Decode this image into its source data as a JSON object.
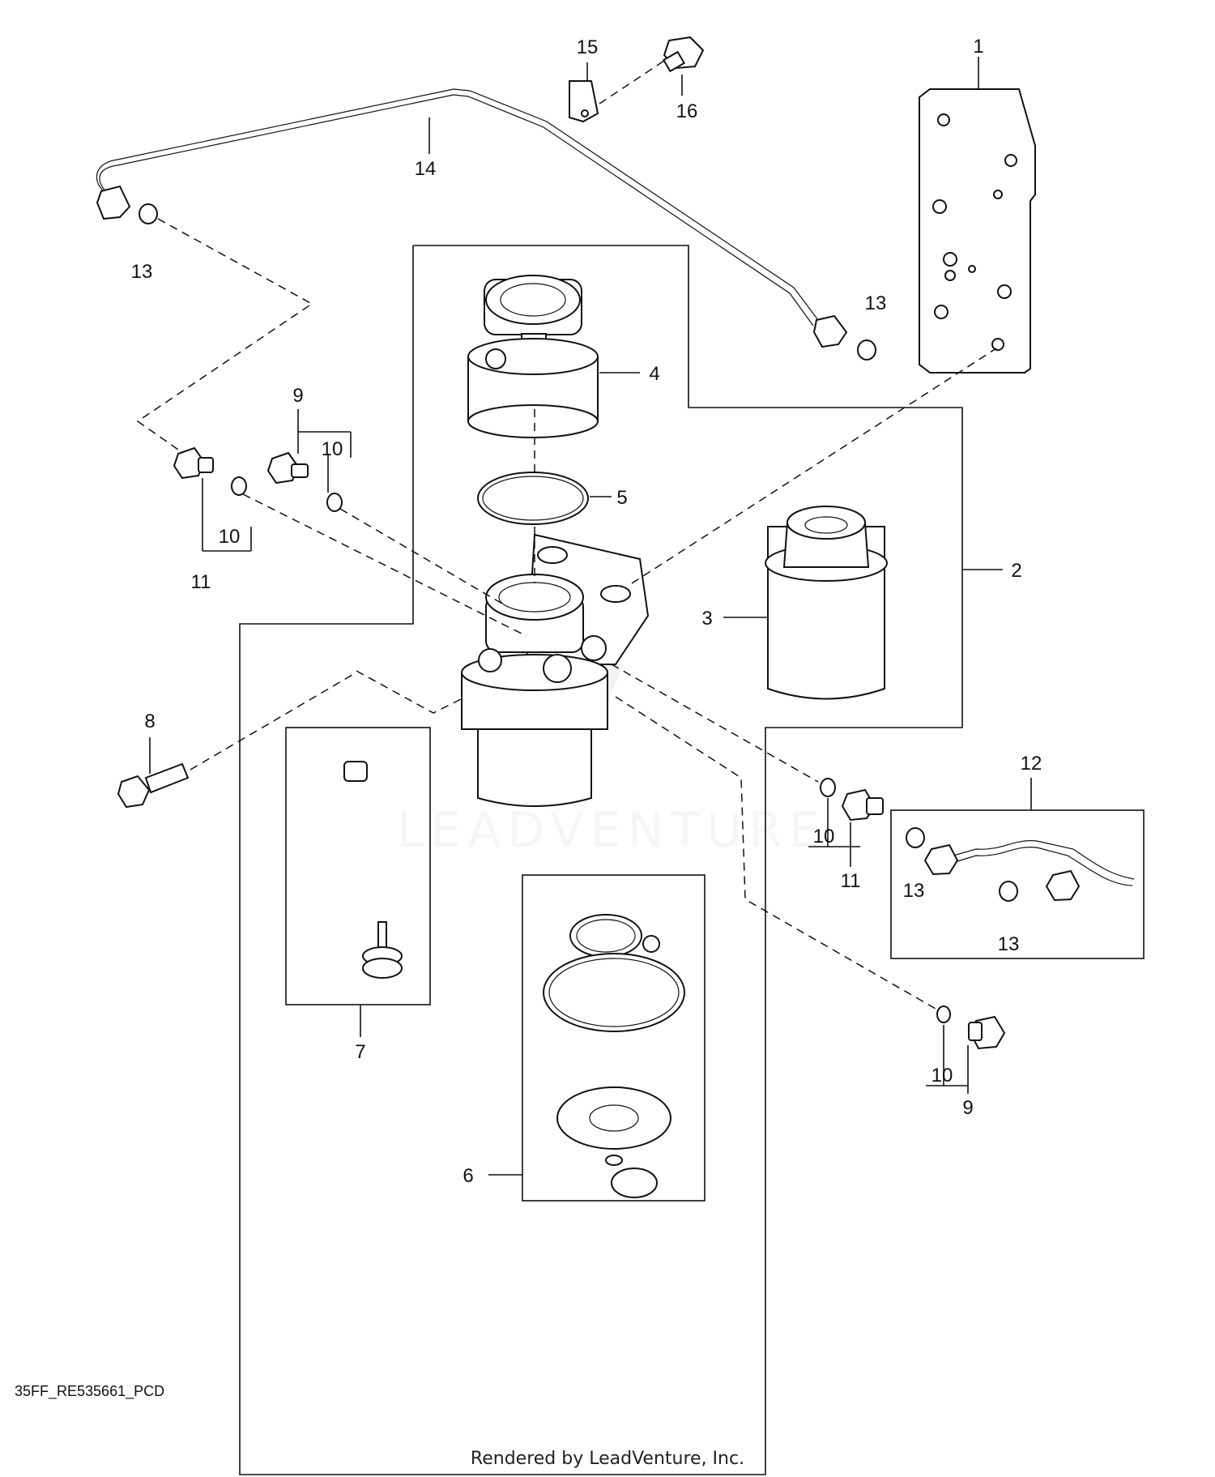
{
  "diagram": {
    "callouts": {
      "c1": "1",
      "c2": "2",
      "c3": "3",
      "c4": "4",
      "c5": "5",
      "c6": "6",
      "c7": "7",
      "c8": "8",
      "c9a": "9",
      "c9b": "9",
      "c10a": "10",
      "c10b": "10",
      "c10c": "10",
      "c10d": "10",
      "c11a": "11",
      "c11b": "11",
      "c12": "12",
      "c13a": "13",
      "c13b": "13",
      "c13c": "13",
      "c13d": "13",
      "c14": "14",
      "c15": "15",
      "c16": "16"
    },
    "drawing_code": "35FF_RE535661_PCD",
    "watermark": "LEADVENTURE",
    "footer": "Rendered by LeadVenture, Inc."
  }
}
